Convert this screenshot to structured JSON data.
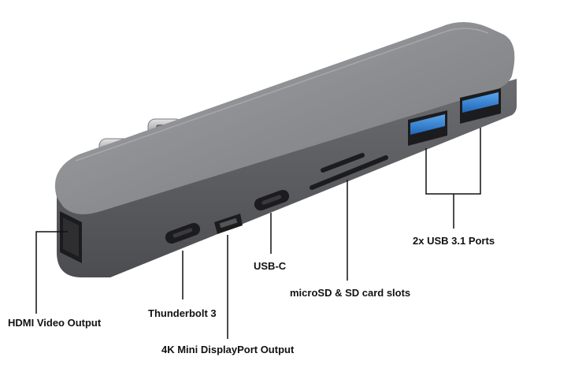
{
  "labels": {
    "hdmi": "HDMI Video Output",
    "thunderbolt": "Thunderbolt 3",
    "displayport": "4K Mini DisplayPort Output",
    "usbc": "USB-C",
    "cardslots": "microSD & SD card slots",
    "usb31": "2x USB 3.1 Ports"
  },
  "colors": {
    "body_top": "#8d8e91",
    "body_side": "#5f6064",
    "usb_blue": "#2d7fd3",
    "port_dark": "#1c1c1e",
    "leader_line": "#111111"
  }
}
